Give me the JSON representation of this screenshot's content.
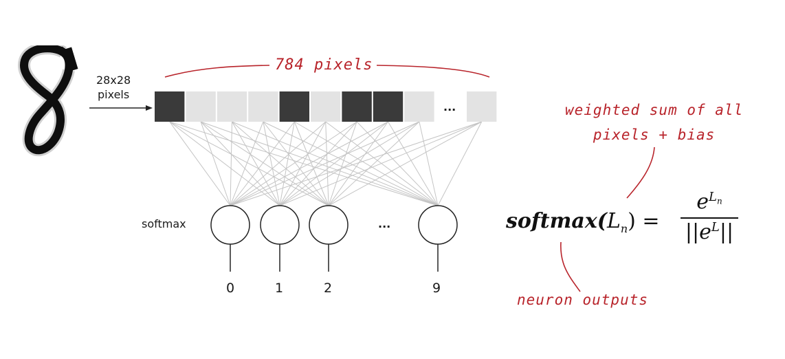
{
  "input": {
    "size_label_line1": "28x28",
    "size_label_line2": "pixels",
    "pixel_count_label": "784 pixels",
    "pixel_ellipsis": "...",
    "pixel_cells": [
      "dark",
      "light",
      "light",
      "light",
      "dark",
      "light",
      "dark",
      "dark",
      "light",
      "ellipsis",
      "light"
    ]
  },
  "layer": {
    "activation_label": "softmax",
    "neuron_ellipsis": "...",
    "outputs": [
      "0",
      "1",
      "2",
      "9"
    ]
  },
  "formula": {
    "lhs_func": "softmax(",
    "lhs_var": "L",
    "lhs_sub": "n",
    "lhs_close": ") =",
    "num_base": "e",
    "num_sup": "L",
    "num_sup_sub": "n",
    "den_open": "||",
    "den_base": "e",
    "den_sup": "L",
    "den_close": "||"
  },
  "annotations": {
    "weighted_line1": "weighted sum of all",
    "weighted_line2": "pixels + bias",
    "neuron_outputs": "neuron outputs"
  },
  "colors": {
    "dark_pixel": "#3a3a3a",
    "light_pixel": "#e3e3e3",
    "connection": "#c4c4c4",
    "annotation_red": "#b8232a"
  }
}
